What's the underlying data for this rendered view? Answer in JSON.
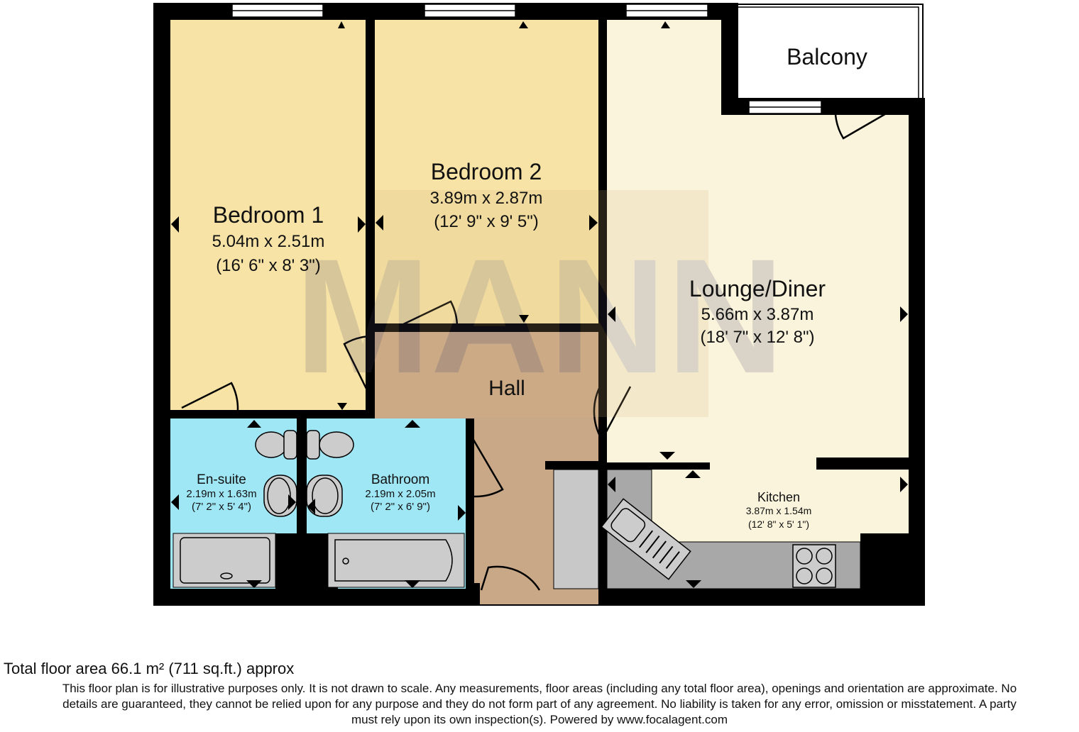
{
  "plan": {
    "watermark": "MANN",
    "rooms": [
      {
        "name": "Bedroom 1",
        "dim_m": "5.04m x 2.51m",
        "dim_ft": "(16' 6\" x 8' 3\")"
      },
      {
        "name": "Bedroom 2",
        "dim_m": "3.89m x 2.87m",
        "dim_ft": "(12' 9\" x 9' 5\")"
      },
      {
        "name": "Lounge/Diner",
        "dim_m": "5.66m x 3.87m",
        "dim_ft": "(18' 7\" x 12' 8\")"
      },
      {
        "name": "Balcony"
      },
      {
        "name": "Hall"
      },
      {
        "name": "En-suite",
        "dim_m": "2.19m x 1.63m",
        "dim_ft": "(7' 2\" x 5' 4\")"
      },
      {
        "name": "Bathroom",
        "dim_m": "2.19m x 2.05m",
        "dim_ft": "(7' 2\" x 6' 9\")"
      },
      {
        "name": "Kitchen",
        "dim_m": "3.87m x 1.54m",
        "dim_ft": "(12' 8\" x 5' 1\")"
      }
    ],
    "colors": {
      "bedroom": "#f7e3a6",
      "lounge": "#faf4dc",
      "hall": "#c8a887",
      "wet": "#9fe7f5",
      "wall": "#000000",
      "fixture": "#a8a8a8"
    }
  },
  "footer": {
    "total_area": "Total floor area 66.1 m² (711 sq.ft.) approx",
    "disclaimer_1": "This floor plan is for illustrative purposes only. It is not drawn to scale. Any measurements, floor areas (including any total floor area), openings and orientation are approximate. No",
    "disclaimer_2": "details are guaranteed, they cannot be relied upon for any purpose and they do not form part of any agreement. No liability is taken for any error, omission or misstatement. A party",
    "disclaimer_3": "must rely upon its own inspection(s). Powered by www.focalagent.com"
  }
}
